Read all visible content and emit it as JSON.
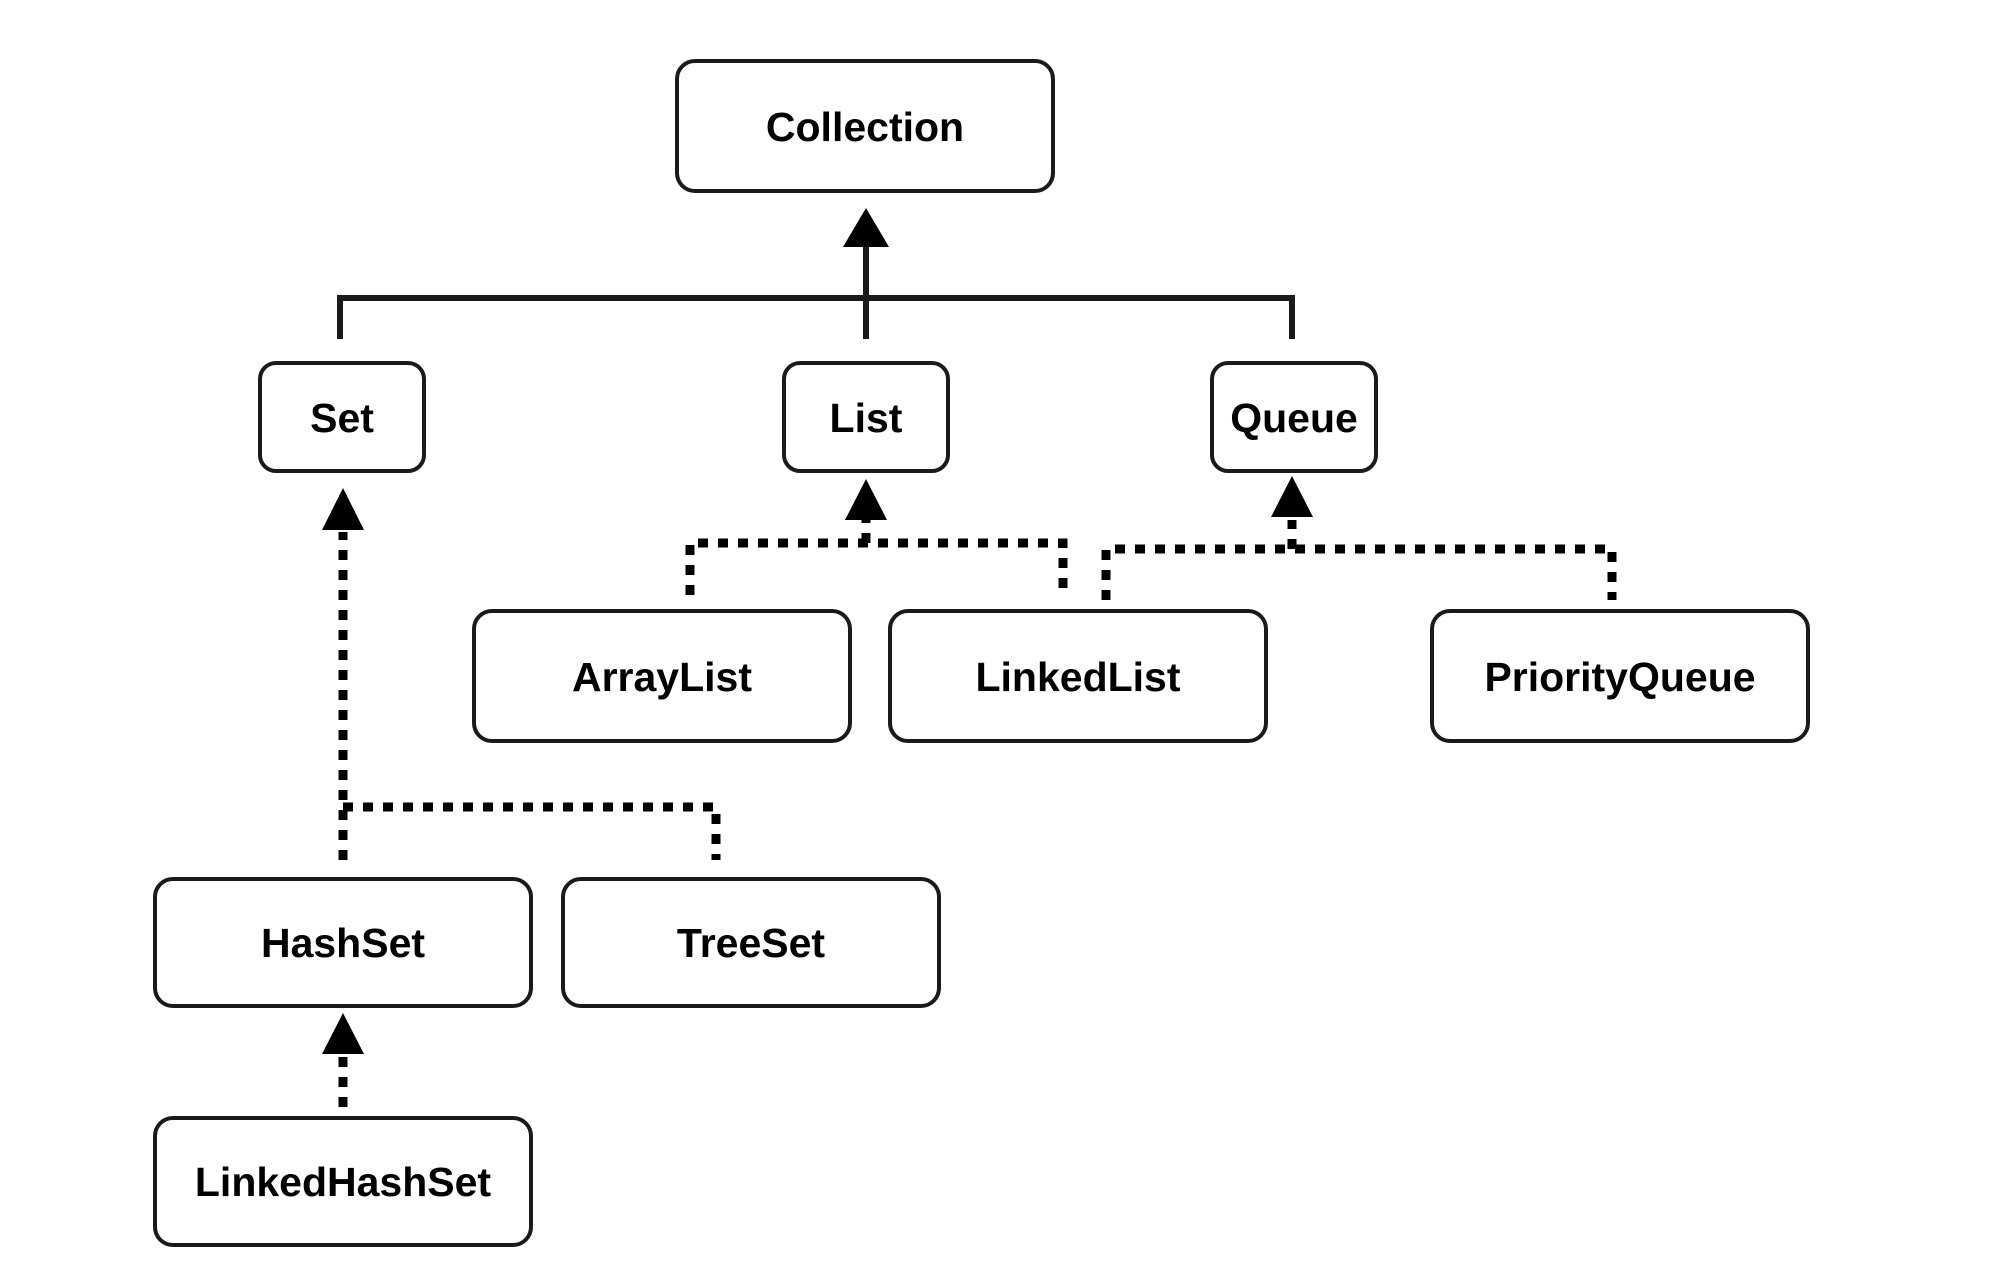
{
  "nodes": {
    "collection": "Collection",
    "set": "Set",
    "list": "List",
    "queue": "Queue",
    "arraylist": "ArrayList",
    "linkedlist": "LinkedList",
    "priorityqueue": "PriorityQueue",
    "hashset": "HashSet",
    "treeset": "TreeSet",
    "linkedhashset": "LinkedHashSet"
  },
  "edges": [
    {
      "from": "set",
      "to": "collection",
      "style": "solid"
    },
    {
      "from": "list",
      "to": "collection",
      "style": "solid"
    },
    {
      "from": "queue",
      "to": "collection",
      "style": "solid"
    },
    {
      "from": "arraylist",
      "to": "list",
      "style": "dotted"
    },
    {
      "from": "linkedlist",
      "to": "list",
      "style": "dotted"
    },
    {
      "from": "linkedlist",
      "to": "queue",
      "style": "dotted"
    },
    {
      "from": "priorityqueue",
      "to": "queue",
      "style": "dotted"
    },
    {
      "from": "hashset",
      "to": "set",
      "style": "dotted"
    },
    {
      "from": "treeset",
      "to": "set",
      "style": "dotted"
    },
    {
      "from": "linkedhashset",
      "to": "hashset",
      "style": "dotted"
    }
  ]
}
